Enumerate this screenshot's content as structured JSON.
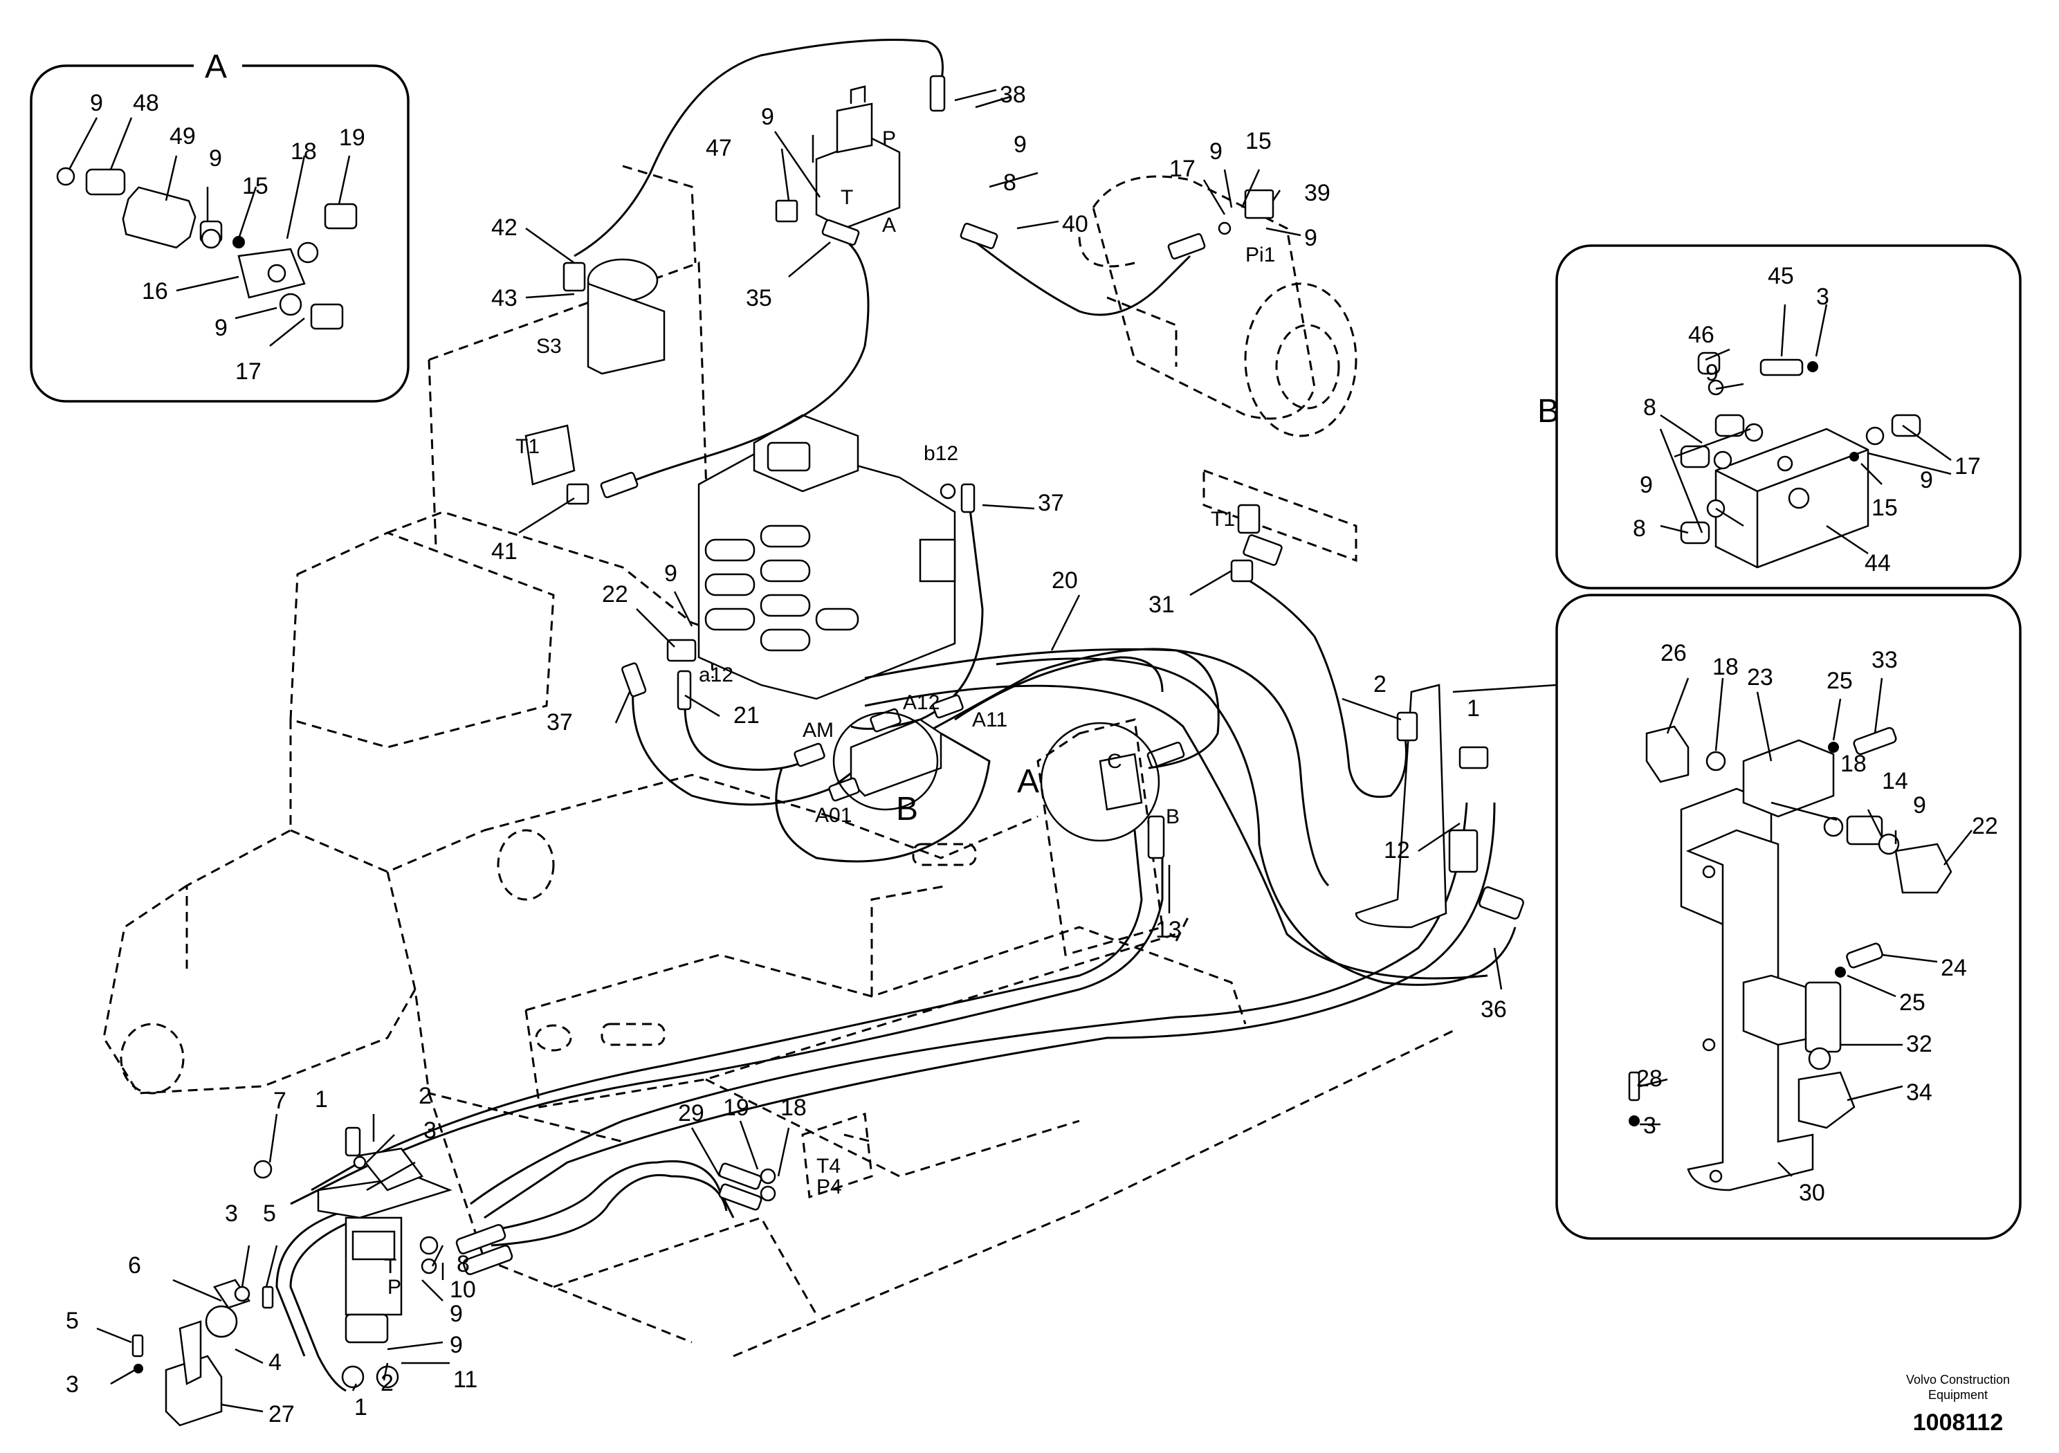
{
  "callouts": {
    "detail_A": [
      {
        "id": "a9a",
        "text": "9"
      },
      {
        "id": "a48",
        "text": "48"
      },
      {
        "id": "a49",
        "text": "49"
      },
      {
        "id": "a9b",
        "text": "9"
      },
      {
        "id": "a15",
        "text": "15"
      },
      {
        "id": "a18",
        "text": "18"
      },
      {
        "id": "a19",
        "text": "19"
      },
      {
        "id": "a16",
        "text": "16"
      },
      {
        "id": "a9c",
        "text": "9"
      },
      {
        "id": "a17",
        "text": "17"
      }
    ],
    "detail_B": [
      {
        "id": "b45",
        "text": "45"
      },
      {
        "id": "b3",
        "text": "3"
      },
      {
        "id": "b46",
        "text": "46"
      },
      {
        "id": "b9a",
        "text": "9"
      },
      {
        "id": "b8a",
        "text": "8"
      },
      {
        "id": "b17",
        "text": "17"
      },
      {
        "id": "b9b",
        "text": "9"
      },
      {
        "id": "b15",
        "text": "15"
      },
      {
        "id": "b9c",
        "text": "9"
      },
      {
        "id": "b8b",
        "text": "8"
      },
      {
        "id": "b44",
        "text": "44"
      }
    ],
    "detail_bracket": [
      {
        "id": "c26",
        "text": "26"
      },
      {
        "id": "c18",
        "text": "18"
      },
      {
        "id": "c23",
        "text": "23"
      },
      {
        "id": "c25a",
        "text": "25"
      },
      {
        "id": "c33",
        "text": "33"
      },
      {
        "id": "c18b",
        "text": "18"
      },
      {
        "id": "c14",
        "text": "14"
      },
      {
        "id": "c9",
        "text": "9"
      },
      {
        "id": "c22",
        "text": "22"
      },
      {
        "id": "c24",
        "text": "24"
      },
      {
        "id": "c25b",
        "text": "25"
      },
      {
        "id": "c32",
        "text": "32"
      },
      {
        "id": "c28",
        "text": "28"
      },
      {
        "id": "c34",
        "text": "34"
      },
      {
        "id": "c3",
        "text": "3"
      },
      {
        "id": "c30",
        "text": "30"
      }
    ],
    "main": [
      {
        "id": "m38",
        "text": "38"
      },
      {
        "id": "m9a",
        "text": "9"
      },
      {
        "id": "m47",
        "text": "47"
      },
      {
        "id": "m9b",
        "text": "9"
      },
      {
        "id": "m8a",
        "text": "8"
      },
      {
        "id": "m40",
        "text": "40"
      },
      {
        "id": "m35",
        "text": "35"
      },
      {
        "id": "m17",
        "text": "17"
      },
      {
        "id": "m9c",
        "text": "9"
      },
      {
        "id": "m15",
        "text": "15"
      },
      {
        "id": "m39",
        "text": "39"
      },
      {
        "id": "m9d",
        "text": "9"
      },
      {
        "id": "m42",
        "text": "42"
      },
      {
        "id": "m43",
        "text": "43"
      },
      {
        "id": "m41",
        "text": "41"
      },
      {
        "id": "m37a",
        "text": "37"
      },
      {
        "id": "m31",
        "text": "31"
      },
      {
        "id": "m20",
        "text": "20"
      },
      {
        "id": "m22",
        "text": "22"
      },
      {
        "id": "m9e",
        "text": "9"
      },
      {
        "id": "m37b",
        "text": "37"
      },
      {
        "id": "m21",
        "text": "21"
      },
      {
        "id": "m2a",
        "text": "2"
      },
      {
        "id": "m1a",
        "text": "1"
      },
      {
        "id": "m12",
        "text": "12"
      },
      {
        "id": "m13",
        "text": "13"
      },
      {
        "id": "m36",
        "text": "36"
      },
      {
        "id": "m7",
        "text": "7"
      },
      {
        "id": "m1b",
        "text": "1"
      },
      {
        "id": "m2b",
        "text": "2"
      },
      {
        "id": "m3a",
        "text": "3"
      },
      {
        "id": "m29",
        "text": "29"
      },
      {
        "id": "m19",
        "text": "19"
      },
      {
        "id": "m18",
        "text": "18"
      },
      {
        "id": "m3b",
        "text": "3"
      },
      {
        "id": "m5a",
        "text": "5"
      },
      {
        "id": "m6",
        "text": "6"
      },
      {
        "id": "m8b",
        "text": "8"
      },
      {
        "id": "m10",
        "text": "10"
      },
      {
        "id": "m9f",
        "text": "9"
      },
      {
        "id": "m5b",
        "text": "5"
      },
      {
        "id": "m4",
        "text": "4"
      },
      {
        "id": "m3c",
        "text": "3"
      },
      {
        "id": "m27",
        "text": "27"
      },
      {
        "id": "m9g",
        "text": "9"
      },
      {
        "id": "m11",
        "text": "11"
      },
      {
        "id": "m2c",
        "text": "2"
      },
      {
        "id": "m1c",
        "text": "1"
      }
    ]
  },
  "ports": {
    "P_top": "P",
    "T_top": "T",
    "A_top": "A",
    "Pi1": "Pi1",
    "S3": "S3",
    "T1_left": "T1",
    "b12": "b12",
    "a12": "a12",
    "T1_right": "T1",
    "AM": "AM",
    "A12": "A12",
    "A11": "A11",
    "A01": "A01",
    "C": "C",
    "B_port": "B",
    "T4": "T4",
    "P4": "P4",
    "T_pedal": "T",
    "P_pedal": "P"
  },
  "detail_letters": {
    "A_main": "A",
    "A_detail": "A",
    "B_main": "B",
    "B_detail": "B"
  },
  "footer": {
    "brand": "Volvo Construction Equipment",
    "doc_number": "1008112"
  }
}
